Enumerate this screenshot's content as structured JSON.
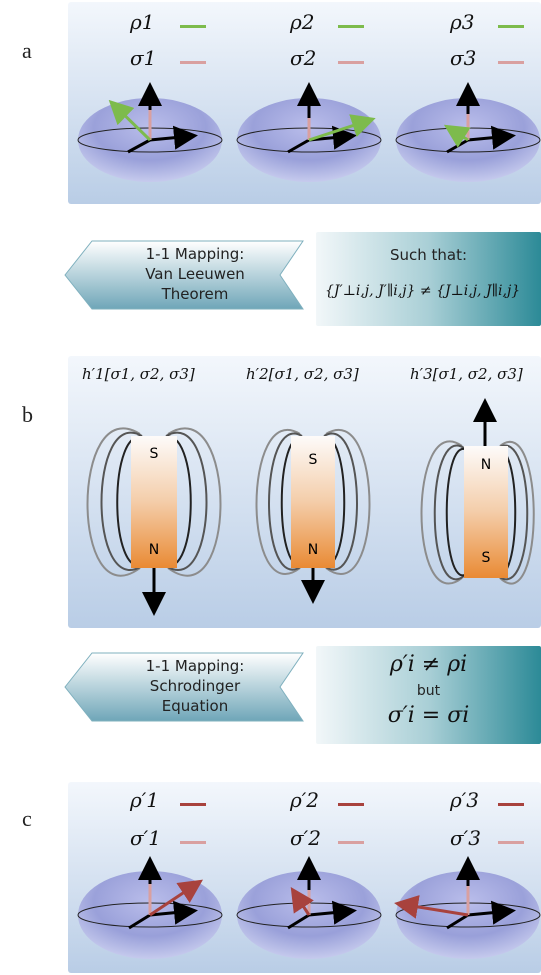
{
  "panels": {
    "a": {
      "letter": "a",
      "rho_labels": [
        "ρ1",
        "ρ2",
        "ρ3"
      ],
      "sigma_labels": [
        "σ1",
        "σ2",
        "σ3"
      ],
      "rho_color": "#7dbb4c",
      "sigma_color": "#d9a0a0"
    },
    "b": {
      "letter": "b",
      "h_labels": [
        "h′1[σ1, σ2, σ3]",
        "h′2[σ1, σ2, σ3]",
        "h′3[σ1, σ2, σ3]"
      ],
      "magnets": [
        {
          "top_pole": "S",
          "bottom_pole": "N"
        },
        {
          "top_pole": "S",
          "bottom_pole": "N"
        },
        {
          "top_pole": "N",
          "bottom_pole": "S"
        }
      ]
    },
    "c": {
      "letter": "c",
      "rho_labels": [
        "ρ′1",
        "ρ′2",
        "ρ′3"
      ],
      "sigma_labels": [
        "σ′1",
        "σ′2",
        "σ′3"
      ],
      "rho_color": "#a8423d",
      "sigma_color": "#d9a0a0"
    }
  },
  "mapping1": {
    "arrow_lines": [
      "1-1 Mapping:",
      "Van Leeuwen",
      "Theorem"
    ],
    "box_title": "Such that:",
    "box_formula": "{J′⊥i,j, J′∥i,j} ≠ {J⊥i,j, J∥i,j}"
  },
  "mapping2": {
    "arrow_lines": [
      "1-1 Mapping:",
      "Schrodinger",
      "Equation"
    ],
    "box_line1": "ρ′i ≠ ρi",
    "box_line2": "but",
    "box_line3": "σ′i = σi"
  }
}
